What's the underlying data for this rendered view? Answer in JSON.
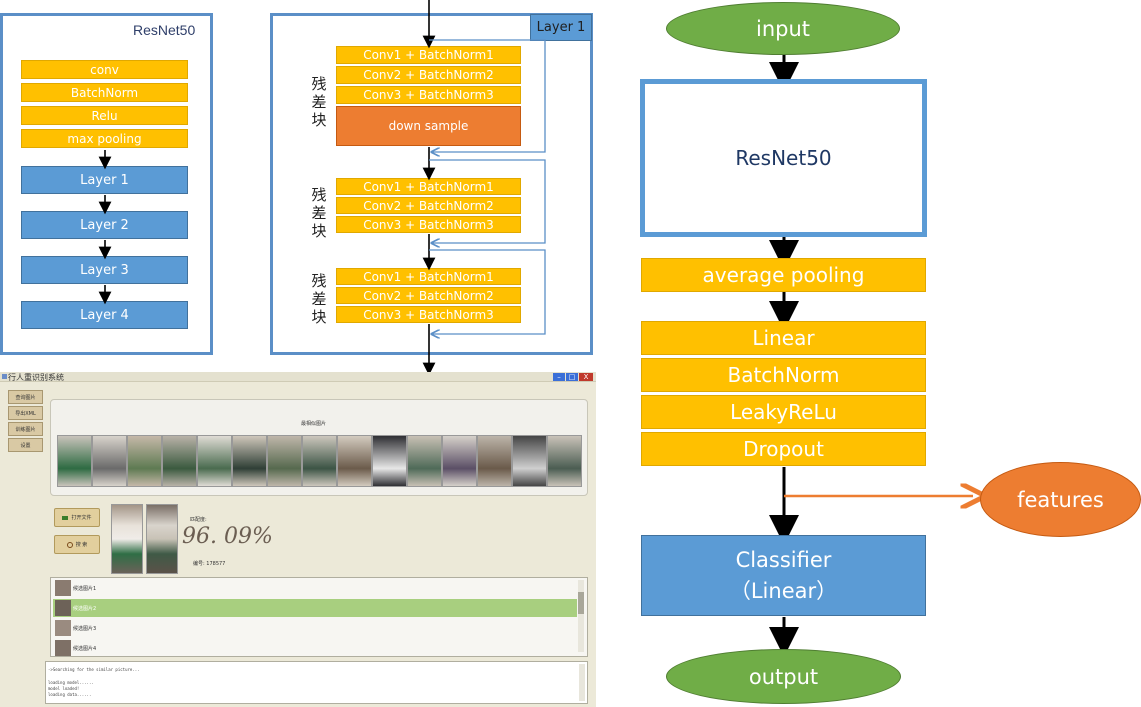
{
  "resnet50_panel": {
    "title": "ResNet50",
    "stem": [
      "conv",
      "BatchNorm",
      "Relu",
      "max pooling"
    ],
    "layers": [
      "Layer 1",
      "Layer 2",
      "Layer 3",
      "Layer 4"
    ]
  },
  "layer1_panel": {
    "title": "Layer 1",
    "residual_label": "残差块",
    "block1": [
      "Conv1 + BatchNorm1",
      "Conv2 + BatchNorm2",
      "Conv3 + BatchNorm3"
    ],
    "downsample": "down sample",
    "block2": [
      "Conv1 + BatchNorm1",
      "Conv2 + BatchNorm2",
      "Conv3 + BatchNorm3"
    ],
    "block3": [
      "Conv1 + BatchNorm1",
      "Conv2 + BatchNorm2",
      "Conv3 + BatchNorm3"
    ]
  },
  "flowchart": {
    "input": "input",
    "backbone": "ResNet50",
    "avg_pool": "average pooling",
    "linear": "Linear",
    "batchnorm": "BatchNorm",
    "leaky": "LeakyReLu",
    "dropout": "Dropout",
    "features": "features",
    "classifier_line1": "Classifier",
    "classifier_line2": "（Linear）",
    "output": "output"
  },
  "app": {
    "window_title": "行人重识别系统",
    "window_buttons": [
      "–",
      "□",
      "X"
    ],
    "sidebar": [
      "查询图片",
      "导出XML",
      "训练图片",
      "设置"
    ],
    "gallery_title": "最相似图片",
    "open_file": "打开文件",
    "search": "搜 索",
    "match_label": "匹配度:",
    "match_value": "96. 09%",
    "id_label": "编号: 178577",
    "list_items": [
      "候选图片1",
      "候选图片2",
      "候选图片3",
      "候选图片4"
    ],
    "log_lines": [
      "->Searching for the similar picture...",
      "",
      "loading model......",
      "model loaded!",
      "loading data......"
    ],
    "colors": {
      "highlight": "#a8cf7f",
      "accent": "#3a6fd8"
    }
  }
}
